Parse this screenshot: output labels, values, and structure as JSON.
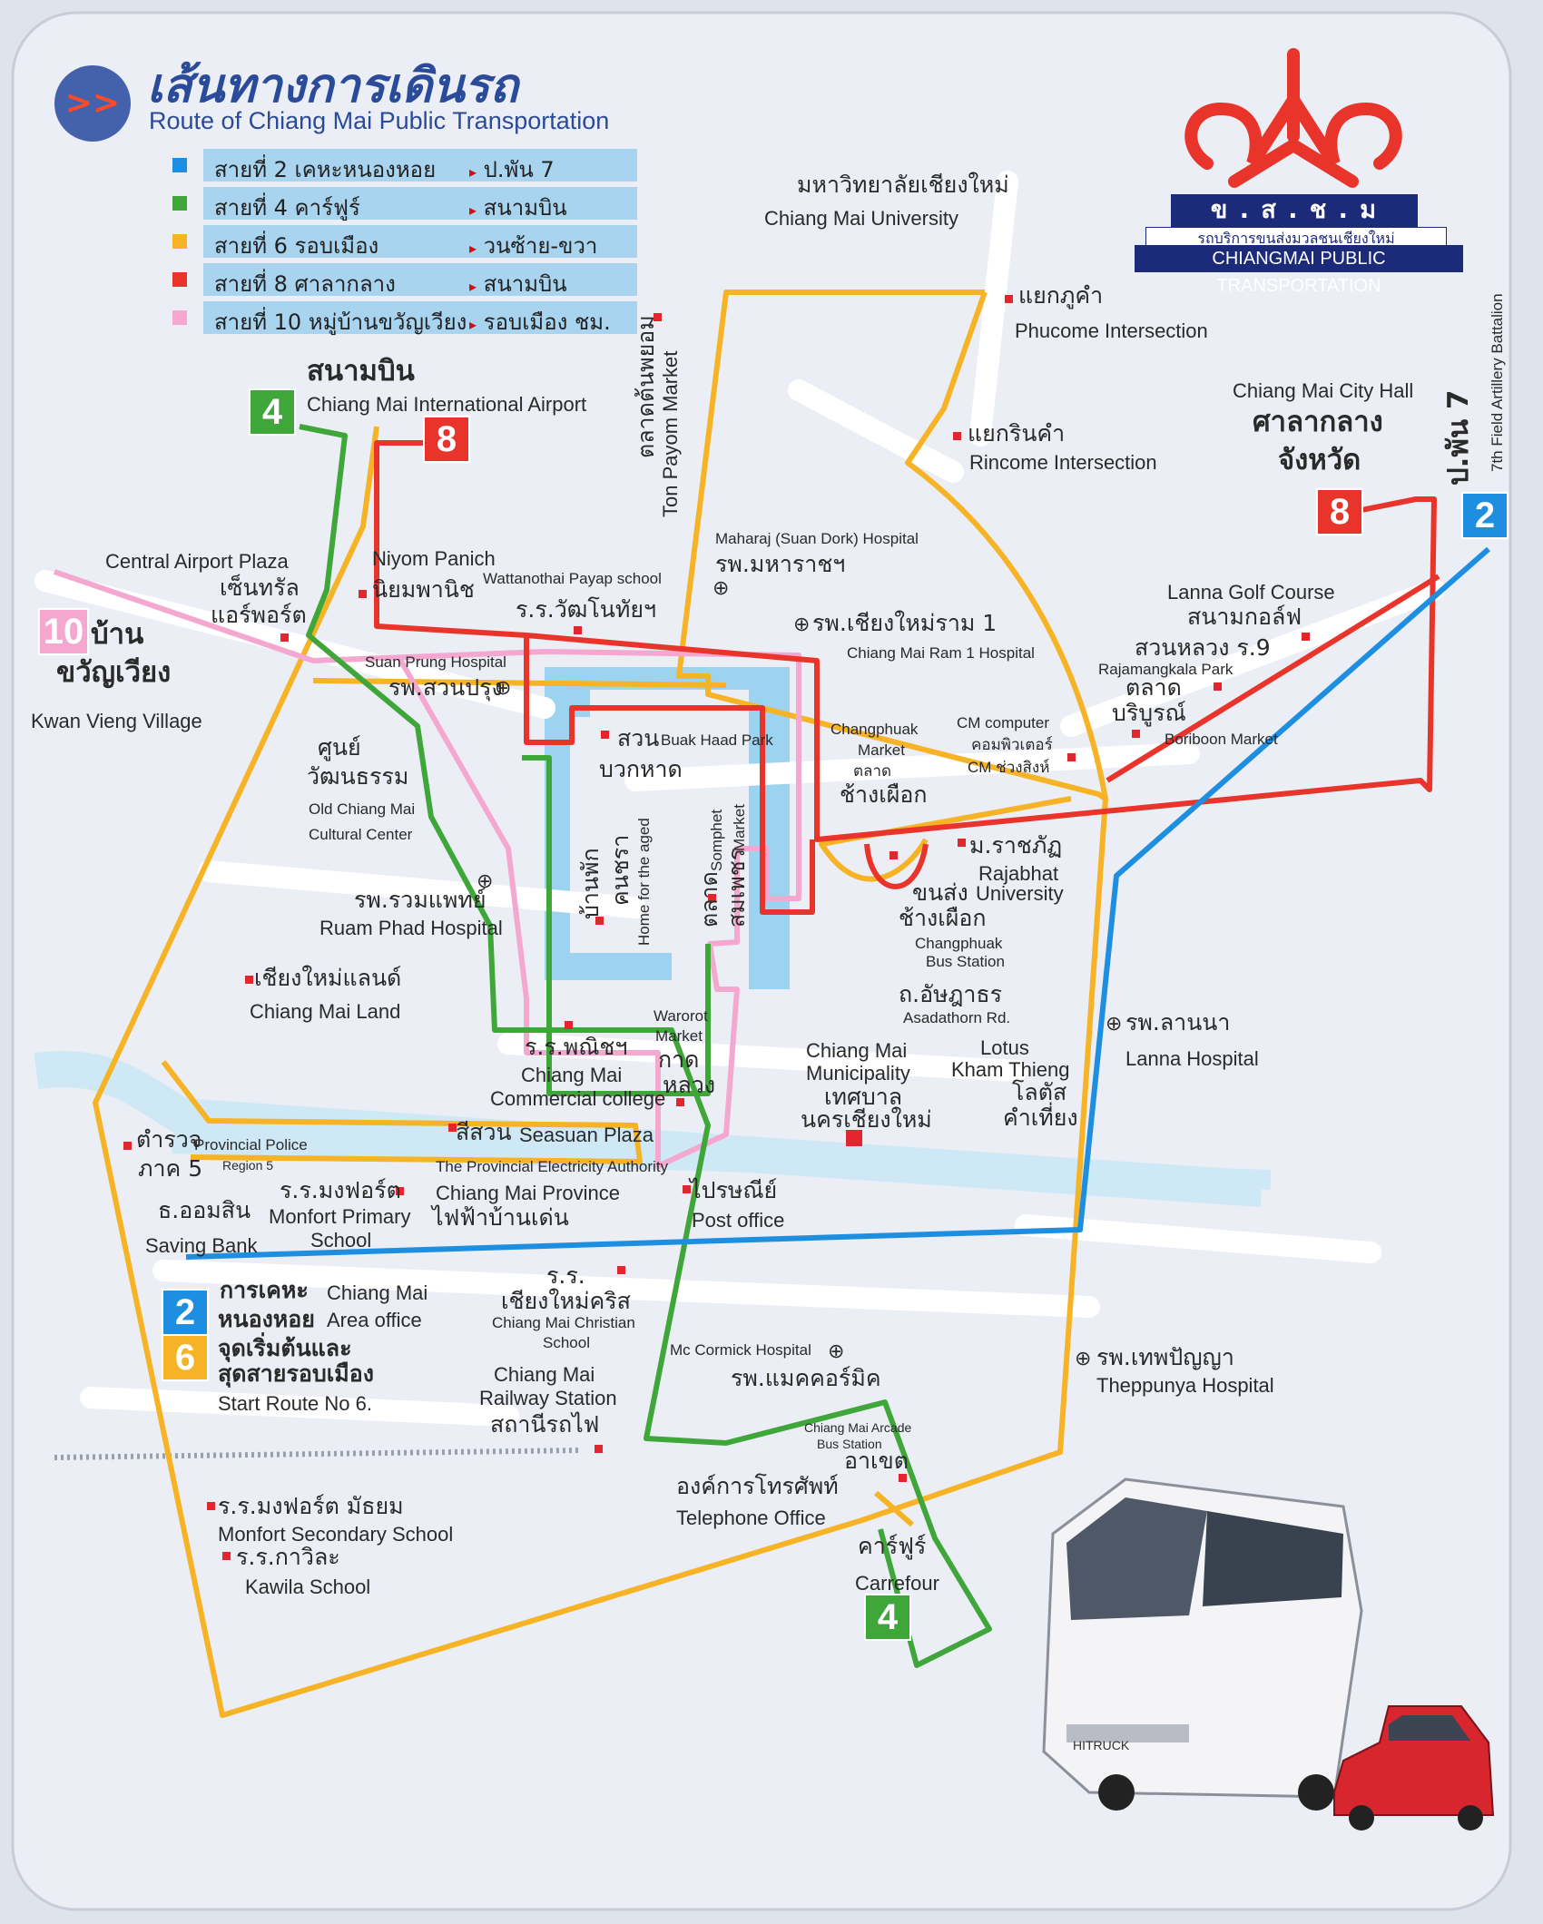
{
  "header": {
    "arrow_glyph": ">>",
    "title_th": "เส้นทางการเดินรถ",
    "title_en": "Route of Chiang Mai Public Transportation"
  },
  "legend": [
    {
      "color": "#1e8fe0",
      "route": "สายที่ 2  เคหะหนองหอย",
      "dest": "ป.พัน 7"
    },
    {
      "color": "#3fa63a",
      "route": "สายที่ 4  คาร์ฟูร์",
      "dest": "สนามบิน"
    },
    {
      "color": "#f5b325",
      "route": "สายที่ 6  รอบเมือง",
      "dest": "วนซ้าย-ขวา"
    },
    {
      "color": "#e8342a",
      "route": "สายที่ 8  ศาลากลาง",
      "dest": "สนามบิน"
    },
    {
      "color": "#f4a8d0",
      "route": "สายที่ 10 หมู่บ้านขวัญเวียง",
      "dest": "รอบเมือง ชม."
    }
  ],
  "logo": {
    "name_th": "ข . ส . ช . ม",
    "sub_th": "รถบริการขนส่งมวลชนเชียงใหม่",
    "name_en": "CHIANGMAI PUBLIC TRANSPORTATION"
  },
  "route_colors": {
    "blue": "#1e8fe0",
    "green": "#3fa63a",
    "yellow": "#f5b325",
    "red": "#e8342a",
    "pink": "#f4a8d0"
  },
  "badges": {
    "b10": "10",
    "b4_top": "4",
    "b8_top": "8",
    "b8_right": "8",
    "b2_right": "2",
    "b2_left": "2",
    "b6_left": "6",
    "b4_bottom": "4"
  },
  "places": {
    "airport_th": "สนามบิน",
    "airport_en": "Chiang Mai International Airport",
    "university_th": "มหาวิทยาลัยเชียงใหม่",
    "university_en": "Chiang Mai University",
    "phucome_th": "แยกภูคำ",
    "phucome_en": "Phucome Intersection",
    "rincome_th": "แยกรินคำ",
    "rincome_en": "Rincome Intersection",
    "cityhall_en": "Chiang Mai City Hall",
    "cityhall_th1": "ศาลากลาง",
    "cityhall_th2": "จังหวัด",
    "battalion_th": "ป.พัน 7",
    "battalion_en": "7th Field Artillery Battalion",
    "tonpayom_th": "ตลาดต้นพยอม",
    "tonpayom_en": "Ton Payom Market",
    "maharaj_en": "Maharaj (Suan Dork) Hospital",
    "maharaj_th": "รพ.มหาราชฯ",
    "ram_th": "รพ.เชียงใหม่ราม 1",
    "ram_en": "Chiang Mai Ram 1 Hospital",
    "golf_en": "Lanna Golf Course",
    "golf_th": "สนามกอล์ฟ",
    "rajamangkala_th": "สวนหลวง ร.9",
    "rajamangkala_en": "Rajamangkala Park",
    "boriboon_th1": "ตลาด",
    "boriboon_th2": "บริบูรณ์",
    "boriboon_en": "Boriboon Market",
    "central_en": "Central Airport Plaza",
    "central_th1": "เซ็นทรัล",
    "central_th2": "แอร์พอร์ต",
    "niyom_en": "Niyom Panich",
    "niyom_th": "นิยมพานิช",
    "wattanothai_en": "Wattanothai Payap school",
    "wattanothai_th": "ร.ร.วัฒโนทัยฯ",
    "kwan_th1": "บ้าน",
    "kwan_th2": "ขวัญเวียง",
    "kwan_en": "Kwan Vieng Village",
    "suanprung_en": "Suan Prung Hospital",
    "suanprung_th": "รพ.สวนปรุง",
    "buakhaad_th1": "สวน",
    "buakhaad_th2": "บวกหาด",
    "buakhaad_en": "Buak Haad Park",
    "changphuak_mkt_en1": "Changphuak",
    "changphuak_mkt_en2": "Market",
    "changphuak_mkt_th1": "ตลาด",
    "changphuak_mkt_th2": "ช้างเผือก",
    "cm_computer_en": "CM computer",
    "cm_computer_th1": "คอมพิวเตอร์",
    "cm_computer_th2": "CM ช่วงสิงห์",
    "cultural_th1": "ศูนย์",
    "cultural_th2": "วัฒนธรรม",
    "cultural_en1": "Old Chiang Mai",
    "cultural_en2": "Cultural Center",
    "aged_th1": "บ้านพัก",
    "aged_th2": "คนชรา",
    "aged_en": "Home for the aged",
    "somphet_th1": "ตลาด",
    "somphet_th2": "สมเพชร",
    "somphet_en1": "Somphet",
    "somphet_en2": "Market",
    "rajabhat_th": "ม.ราชภัฏ",
    "rajabhat_en1": "Rajabhat",
    "rajabhat_en2": "University",
    "busstation_th1": "ขนส่ง",
    "busstation_th2": "ช้างเผือก",
    "busstation_en1": "Changphuak",
    "busstation_en2": "Bus Station",
    "ruamphad_th": "รพ.รวมแพทย์",
    "ruamphad_en": "Ruam Phad Hospital",
    "asadathorn_th": "ถ.อัษฎาธร",
    "asadathorn_en": "Asadathorn Rd.",
    "cmland_th": "เชียงใหม่แลนด์",
    "cmland_en": "Chiang Mai Land",
    "lanna_th": "รพ.ลานนา",
    "lanna_en": "Lanna Hospital",
    "warorot_en1": "Warorot",
    "warorot_en2": "Market",
    "warorot_th1": "กาด",
    "warorot_th2": "หลวง",
    "municipality_en1": "Chiang Mai",
    "municipality_en2": "Municipality",
    "municipality_th1": "เทศบาล",
    "municipality_th2": "นครเชียงใหม่",
    "lotus_en1": "Lotus",
    "lotus_en2": "Kham Thieng",
    "lotus_th1": "โลตัส",
    "lotus_th2": "คำเที่ยง",
    "commercial_th": "ร.ร.พณิชฯ",
    "commercial_en1": "Chiang Mai",
    "commercial_en2": "Commercial college",
    "police_th1": "ตำรวจ",
    "police_en1": "Provincial Police",
    "police_th2": "ภาค 5",
    "police_en2": "Region 5",
    "seasuan_th": "สีสวน",
    "seasuan_en": "Seasuan Plaza",
    "pea_en1": "The Provincial Electricity Authority",
    "pea_en2": "Chiang Mai Province",
    "pea_th": "ไฟฟ้าบ้านเด่น",
    "monfort_pri_th": "ร.ร.มงฟอร์ต",
    "monfort_pri_en1": "Monfort Primary",
    "monfort_pri_en2": "School",
    "post_th": "ไปรษณีย์",
    "post_en": "Post office",
    "saving_th": "ธ.ออมสิน",
    "saving_en": "Saving Bank",
    "christian_th1": "ร.ร.",
    "christian_th2": "เชียงใหม่คริส",
    "christian_en1": "Chiang Mai Christian",
    "christian_en2": "School",
    "start_th1": "การเคหะ",
    "start_en1": "Chiang Mai",
    "start_th2": "หนองหอย",
    "start_en2": "Area office",
    "start_th3": "จุดเริ่มต้นและ",
    "start_th4": "สุดสายรอบเมือง",
    "start_en3": "Start Route No 6.",
    "mccormick_en": "Mc Cormick Hospital",
    "mccormick_th": "รพ.แมคคอร์มิค",
    "theppunya_th": "รพ.เทพปัญญา",
    "theppunya_en": "Theppunya Hospital",
    "railway_en1": "Chiang Mai",
    "railway_en2": "Railway Station",
    "railway_th": "สถานีรถไฟ",
    "arcade_en1": "Chiang Mai Arcade",
    "arcade_en2": "Bus Station",
    "arcade_th": "อาเขต",
    "telephone_th": "องค์การโทรศัพท์",
    "telephone_en": "Telephone Office",
    "monfort_sec_th": "ร.ร.มงฟอร์ต มัธยม",
    "monfort_sec_en": "Monfort Secondary School",
    "kawila_th": "ร.ร.กาวิละ",
    "kawila_en": "Kawila School",
    "carrefour_th": "คาร์ฟูร์",
    "carrefour_en": "Carrefour"
  },
  "bus_plate": "HITRUCK"
}
